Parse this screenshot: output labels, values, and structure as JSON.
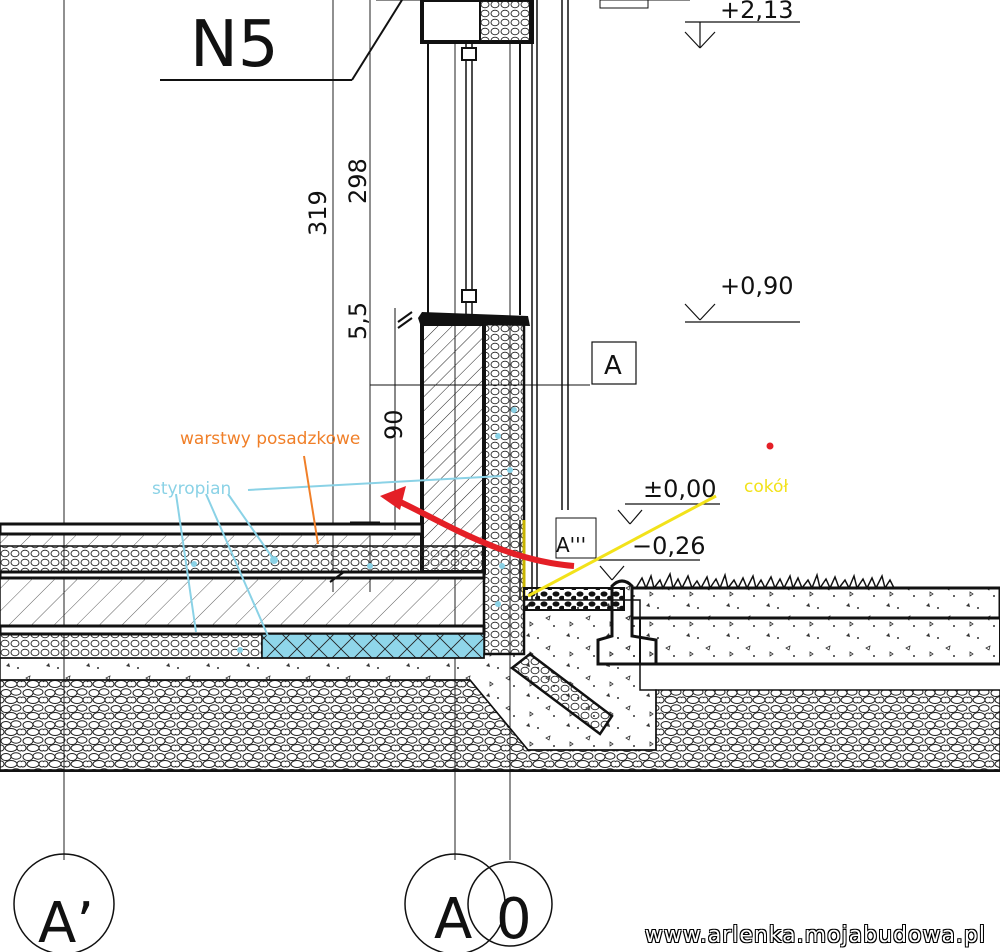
{
  "drawing": {
    "detail_label": "N5",
    "dimensions": {
      "d319": "319",
      "d298": "298",
      "d5_5": "5,5",
      "d90": "90"
    },
    "levels": {
      "l213": "+2,13",
      "l090": "+0,90",
      "l000": "±0,00",
      "l026": "−0,26"
    },
    "section_marks": {
      "a": "A",
      "a3": "A'''"
    },
    "axes": {
      "ap": "A’",
      "a": "A",
      "zero": "0"
    }
  },
  "annotations": {
    "floor_layers": {
      "text": "warstwy posadzkowe",
      "color": "#f07f28"
    },
    "styrofoam": {
      "text": "styropian",
      "color": "#8ad2e6"
    },
    "plinth": {
      "text": "cokół",
      "color": "#f2e21a"
    },
    "arrow_color": "#e41f26",
    "dot_color": "#e41f26"
  },
  "watermark": "www.arlenka.mojabudowa.pl"
}
